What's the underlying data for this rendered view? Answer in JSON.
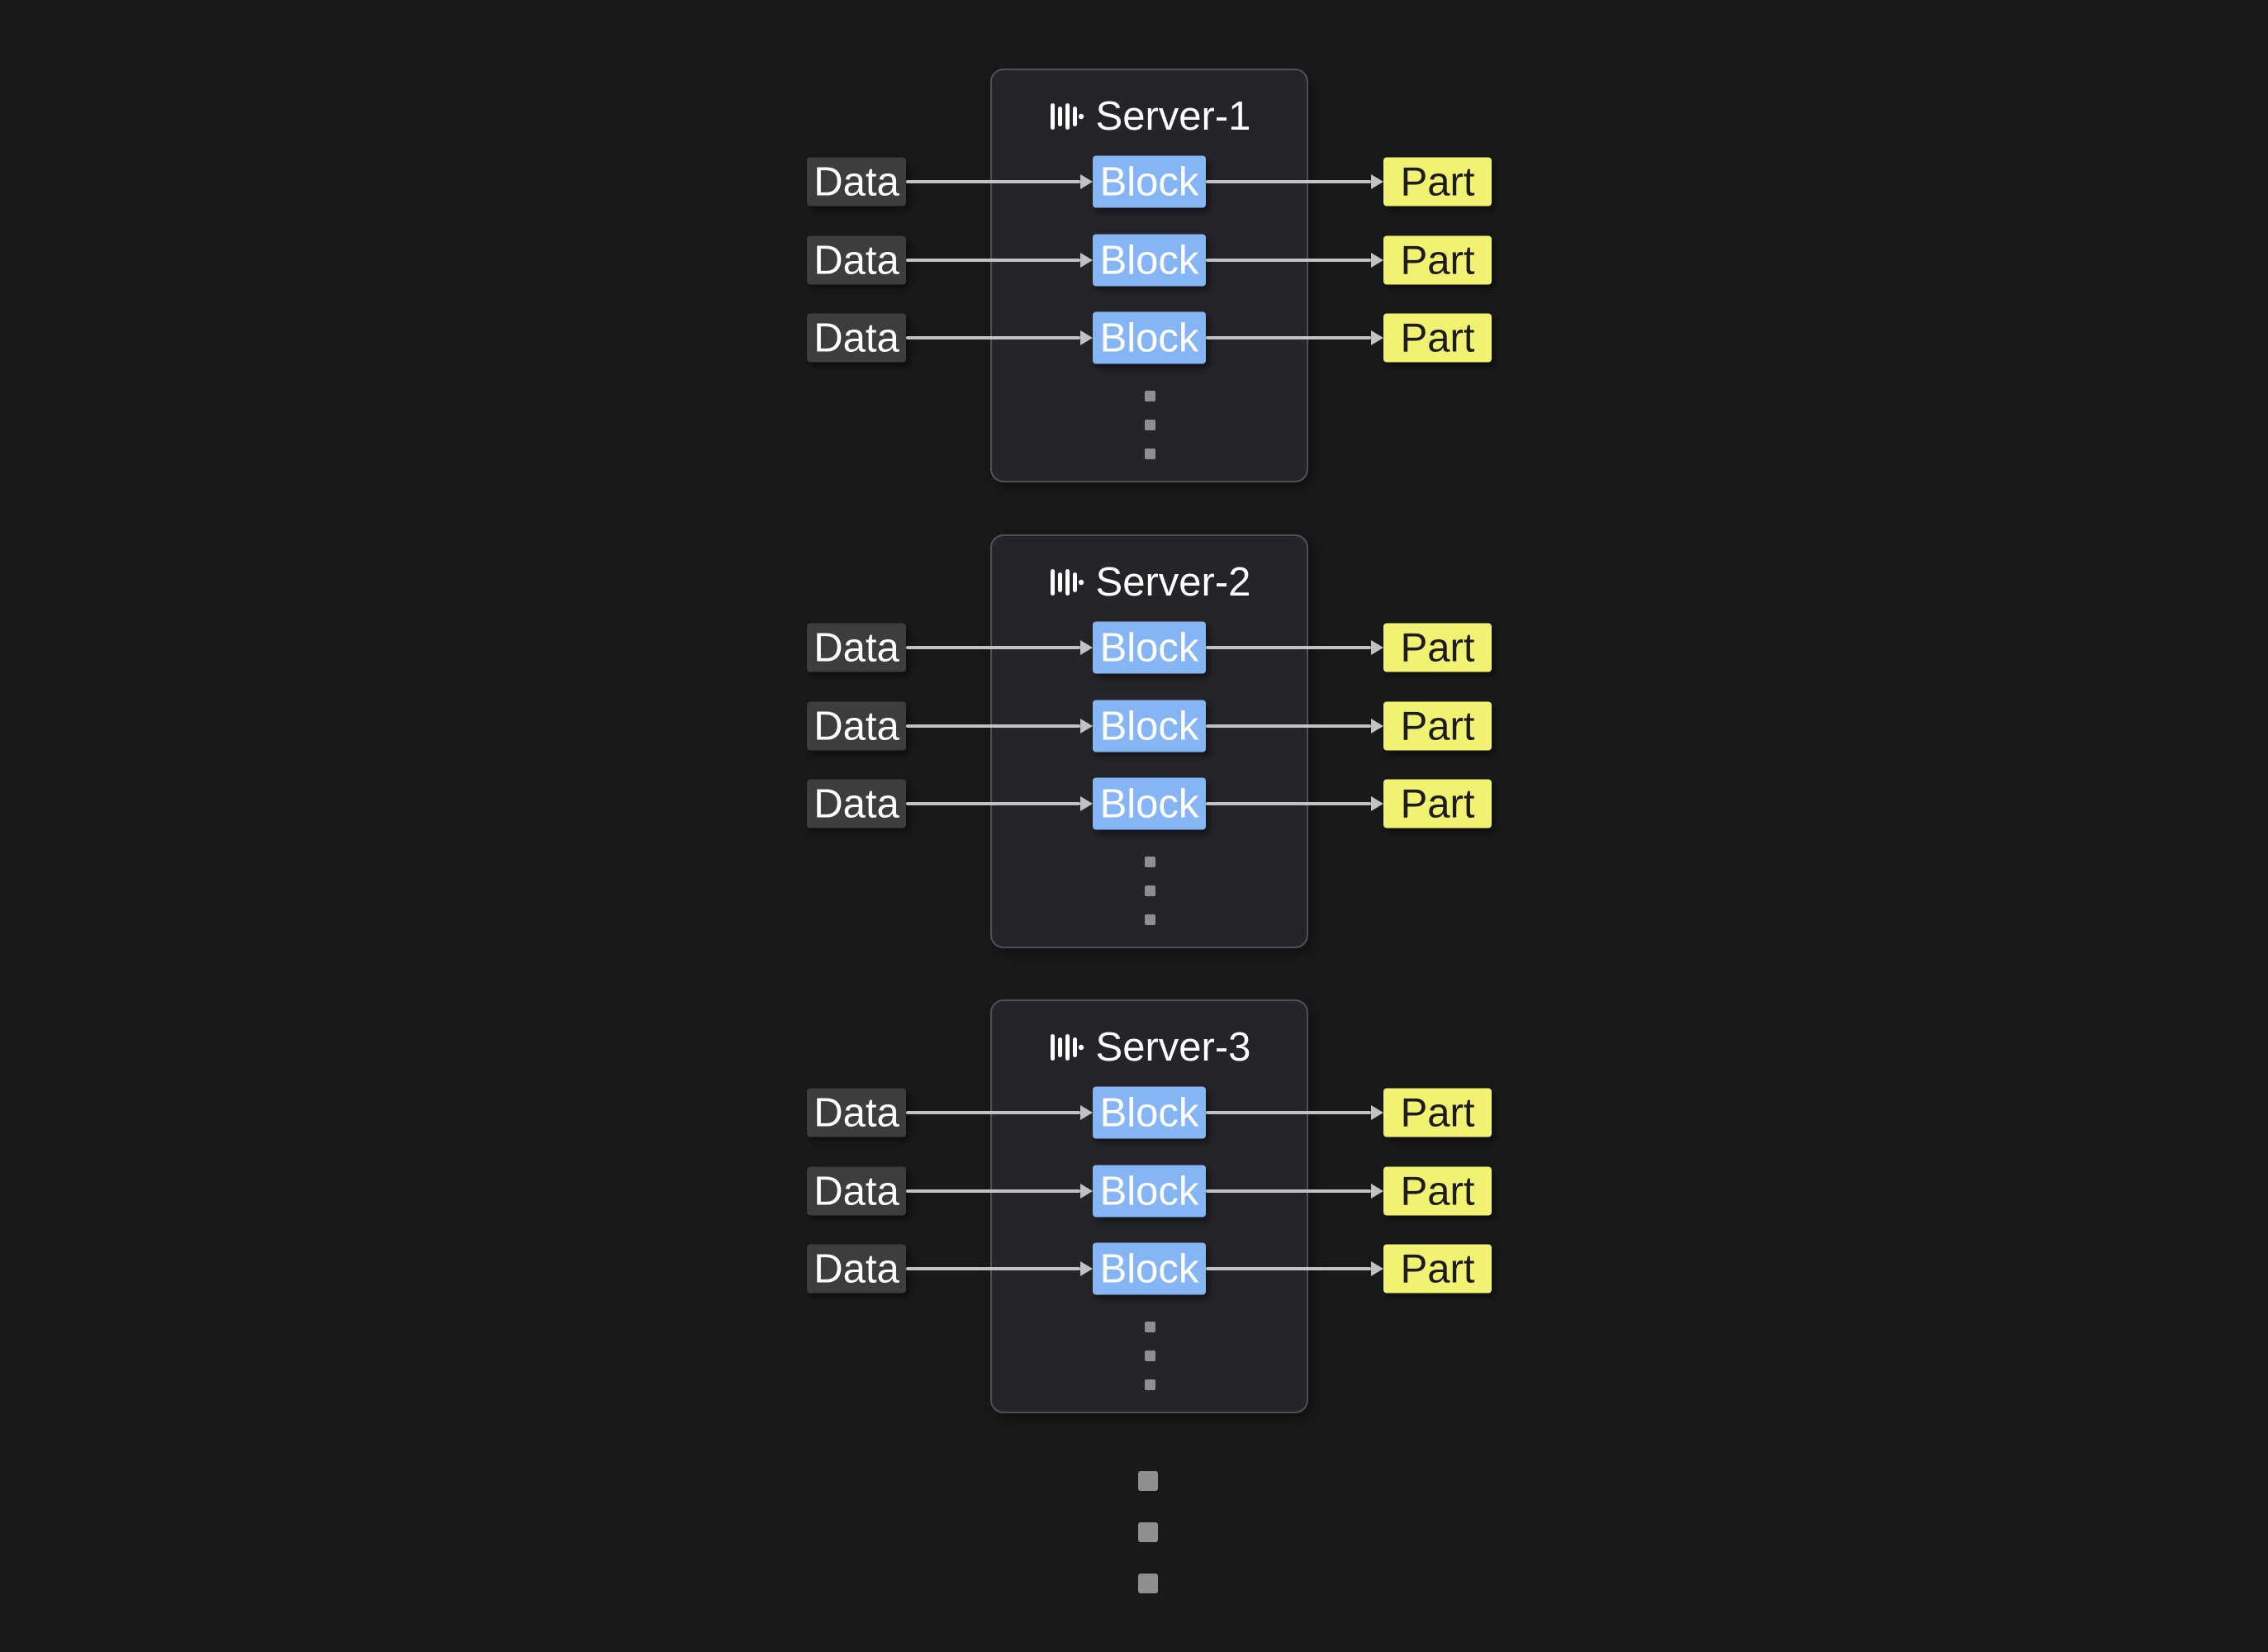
{
  "page": {
    "background": "#191919",
    "kind": "architecture-diagram"
  },
  "colors": {
    "data_node_bg": "#3d3d3d",
    "data_node_text": "#ffffff",
    "block_node_bg": "#86b5f5",
    "block_node_text": "#ffffff",
    "part_node_bg": "#f2f272",
    "part_node_text": "#1c1c1c",
    "server_box_bg": "#242429",
    "server_box_border": "#50505a",
    "arrow": "#c2c2c2",
    "ellipsis_dots": "#8f8f8f"
  },
  "icons": {
    "server": "server-bars-icon",
    "continuation": "vertical-ellipsis-dots"
  },
  "servers": [
    {
      "title": "Server-1",
      "rows": [
        {
          "data": "Data",
          "block": "Block",
          "part": "Part"
        },
        {
          "data": "Data",
          "block": "Block",
          "part": "Part"
        },
        {
          "data": "Data",
          "block": "Block",
          "part": "Part"
        }
      ]
    },
    {
      "title": "Server-2",
      "rows": [
        {
          "data": "Data",
          "block": "Block",
          "part": "Part"
        },
        {
          "data": "Data",
          "block": "Block",
          "part": "Part"
        },
        {
          "data": "Data",
          "block": "Block",
          "part": "Part"
        }
      ]
    },
    {
      "title": "Server-3",
      "rows": [
        {
          "data": "Data",
          "block": "Block",
          "part": "Part"
        },
        {
          "data": "Data",
          "block": "Block",
          "part": "Part"
        },
        {
          "data": "Data",
          "block": "Block",
          "part": "Part"
        }
      ]
    }
  ]
}
